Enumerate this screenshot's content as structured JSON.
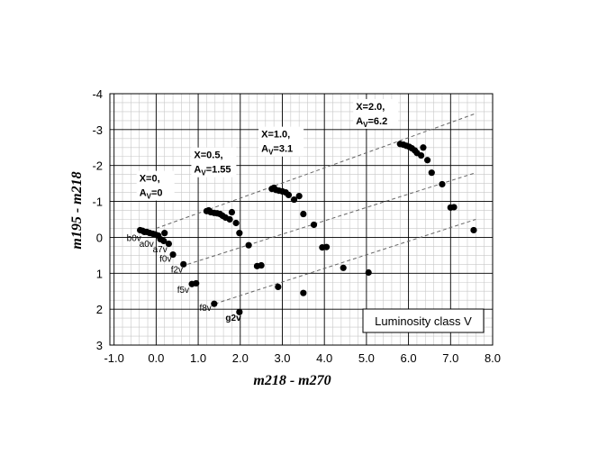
{
  "chart_data": {
    "type": "scatter",
    "xlabel": "m218 - m270",
    "ylabel": "m195 - m218",
    "xlim": [
      -1.1,
      8.0
    ],
    "ylim": [
      3,
      -4
    ],
    "y_inverted": true,
    "x_ticks": [
      -1.0,
      0.0,
      1.0,
      2.0,
      3.0,
      4.0,
      5.0,
      6.0,
      7.0,
      8.0
    ],
    "x_tick_labels": [
      "-1.0",
      "0.0",
      "1.0",
      "2.0",
      "3.0",
      "4.0",
      "5.0",
      "6.0",
      "7.0",
      "8.0"
    ],
    "y_ticks": [
      -4,
      -3,
      -2,
      -1,
      0,
      1,
      2,
      3
    ],
    "y_tick_labels": [
      "-4",
      "-3",
      "-2",
      "-1",
      "0",
      "1",
      "2",
      "3"
    ],
    "grid": true,
    "legend_box": "Luminosity class V",
    "series": [
      {
        "points": [
          [
            -0.38,
            -0.2
          ],
          [
            -0.32,
            -0.18
          ],
          [
            -0.28,
            -0.15
          ],
          [
            -0.22,
            -0.15
          ],
          [
            -0.15,
            -0.12
          ],
          [
            -0.08,
            -0.1
          ],
          [
            -0.02,
            -0.08
          ],
          [
            0.05,
            -0.05
          ],
          [
            0.1,
            0.05
          ],
          [
            0.18,
            0.1
          ],
          [
            0.2,
            -0.12
          ],
          [
            0.3,
            0.18
          ],
          [
            0.4,
            0.48
          ],
          [
            0.65,
            0.75
          ],
          [
            0.85,
            1.3
          ],
          [
            0.95,
            1.28
          ],
          [
            1.2,
            -0.73
          ],
          [
            1.25,
            -0.75
          ],
          [
            1.3,
            -0.7
          ],
          [
            1.38,
            -0.68
          ],
          [
            1.45,
            -0.67
          ],
          [
            1.52,
            -0.65
          ],
          [
            1.58,
            -0.6
          ],
          [
            1.65,
            -0.55
          ],
          [
            1.75,
            -0.5
          ],
          [
            1.8,
            -0.7
          ],
          [
            1.9,
            -0.4
          ],
          [
            1.98,
            -0.12
          ],
          [
            2.2,
            0.22
          ],
          [
            2.4,
            0.8
          ],
          [
            2.5,
            0.78
          ],
          [
            2.9,
            1.38
          ],
          [
            1.38,
            1.85
          ],
          [
            1.98,
            2.08
          ],
          [
            2.75,
            -1.35
          ],
          [
            2.8,
            -1.38
          ],
          [
            2.85,
            -1.32
          ],
          [
            2.92,
            -1.3
          ],
          [
            3.0,
            -1.28
          ],
          [
            3.08,
            -1.25
          ],
          [
            3.15,
            -1.18
          ],
          [
            3.28,
            -1.05
          ],
          [
            3.4,
            -1.15
          ],
          [
            3.5,
            -0.65
          ],
          [
            3.75,
            -0.35
          ],
          [
            3.95,
            0.28
          ],
          [
            4.05,
            0.27
          ],
          [
            3.5,
            1.55
          ],
          [
            5.8,
            -2.6
          ],
          [
            5.88,
            -2.58
          ],
          [
            5.95,
            -2.55
          ],
          [
            6.02,
            -2.52
          ],
          [
            6.08,
            -2.48
          ],
          [
            6.15,
            -2.42
          ],
          [
            6.2,
            -2.35
          ],
          [
            6.3,
            -2.28
          ],
          [
            6.35,
            -2.5
          ],
          [
            6.45,
            -2.15
          ],
          [
            6.55,
            -1.8
          ],
          [
            6.8,
            -1.48
          ],
          [
            7.0,
            -0.83
          ],
          [
            7.08,
            -0.84
          ],
          [
            7.55,
            -0.2
          ],
          [
            4.45,
            0.85
          ],
          [
            5.05,
            0.98
          ]
        ]
      }
    ],
    "reference_lines": [
      {
        "from": [
          0.0,
          -0.25
        ],
        "to": [
          7.6,
          -3.45
        ]
      },
      {
        "from": [
          0.75,
          0.75
        ],
        "to": [
          7.6,
          -1.8
        ]
      },
      {
        "from": [
          1.4,
          1.85
        ],
        "to": [
          7.6,
          -0.5
        ]
      }
    ],
    "annotations": [
      {
        "line1": "X=0,",
        "line2_main": "A",
        "line2_sub": "V",
        "line2_rest": "=0",
        "x": -0.4,
        "y": -1.55
      },
      {
        "line1": "X=0.5,",
        "line2_main": "A",
        "line2_sub": "V",
        "line2_rest": "=1.55",
        "x": 0.9,
        "y": -2.2
      },
      {
        "line1": "X=1.0,",
        "line2_main": "A",
        "line2_sub": "V",
        "line2_rest": "=3.1",
        "x": 2.5,
        "y": -2.78
      },
      {
        "line1": "X=2.0,",
        "line2_main": "A",
        "line2_sub": "V",
        "line2_rest": "=6.2",
        "x": 4.75,
        "y": -3.55
      }
    ],
    "star_labels": [
      {
        "text": "b0v",
        "x": -0.7,
        "y": 0.1,
        "bold": false
      },
      {
        "text": "a0v",
        "x": -0.4,
        "y": 0.27,
        "bold": false
      },
      {
        "text": "a7v",
        "x": -0.08,
        "y": 0.42,
        "bold": false
      },
      {
        "text": "f0v",
        "x": 0.08,
        "y": 0.68,
        "bold": false
      },
      {
        "text": "f2v",
        "x": 0.35,
        "y": 0.98,
        "bold": false
      },
      {
        "text": "f5v",
        "x": 0.5,
        "y": 1.55,
        "bold": false
      },
      {
        "text": "f8v",
        "x": 1.03,
        "y": 2.05,
        "bold": false
      },
      {
        "text": "g2v",
        "x": 1.65,
        "y": 2.32,
        "bold": true
      }
    ]
  }
}
